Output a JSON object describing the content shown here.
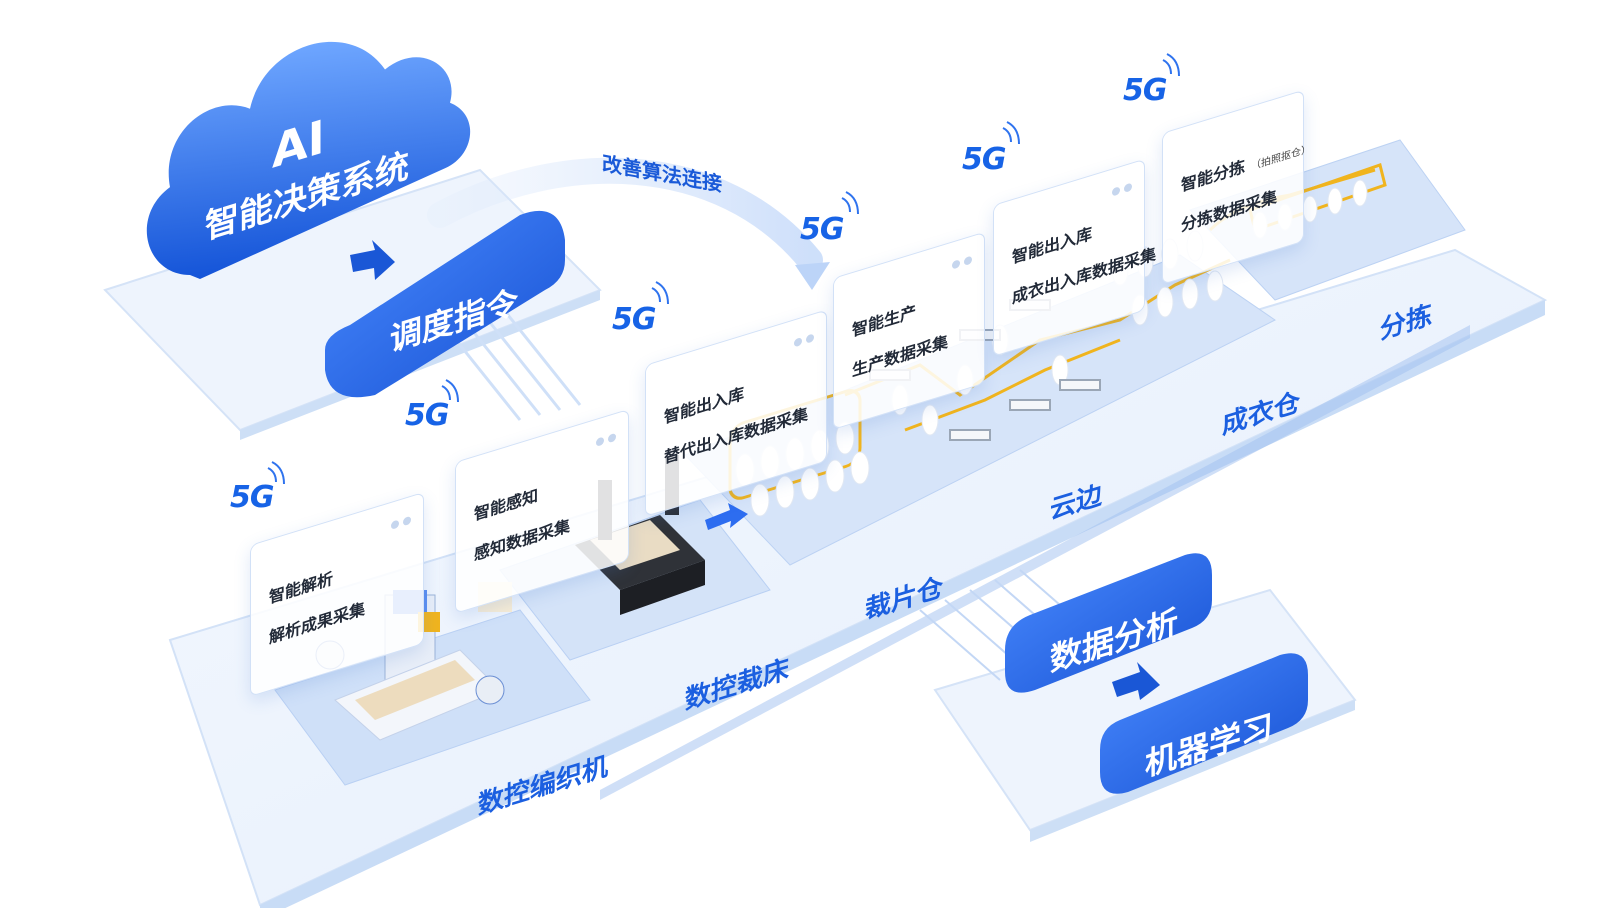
{
  "cloud": {
    "line1": "AI",
    "line2": "智能决策系统"
  },
  "dispatch_label": "调度指令",
  "improve_label": "改善算法连接",
  "network_label": "5G",
  "cards": [
    {
      "title": "智能解析",
      "subtitle": "解析成果采集"
    },
    {
      "title": "智能感知",
      "subtitle": "感知数据采集"
    },
    {
      "title": "智能出入库",
      "subtitle": "替代出入库数据采集"
    },
    {
      "title": "智能生产",
      "subtitle": "生产数据采集"
    },
    {
      "title": "智能出入库",
      "subtitle": "成衣出入库数据采集"
    },
    {
      "title": "智能分拣",
      "note": "（拍照抠仓）",
      "subtitle": "分拣数据采集"
    }
  ],
  "zones": {
    "knitting": "数控编织机",
    "cutting": "数控裁床",
    "cut_pieces": "裁片仓",
    "cloud_edge": "云边",
    "garment": "成衣仓",
    "sorting": "分拣"
  },
  "analysis": {
    "data_analysis": "数据分析",
    "machine_learning": "机器学习"
  },
  "colors": {
    "primary": "#1b62e6",
    "accent_track": "#f0b41e",
    "platform": "#e9f1fd",
    "zone": "#cfdff7"
  }
}
